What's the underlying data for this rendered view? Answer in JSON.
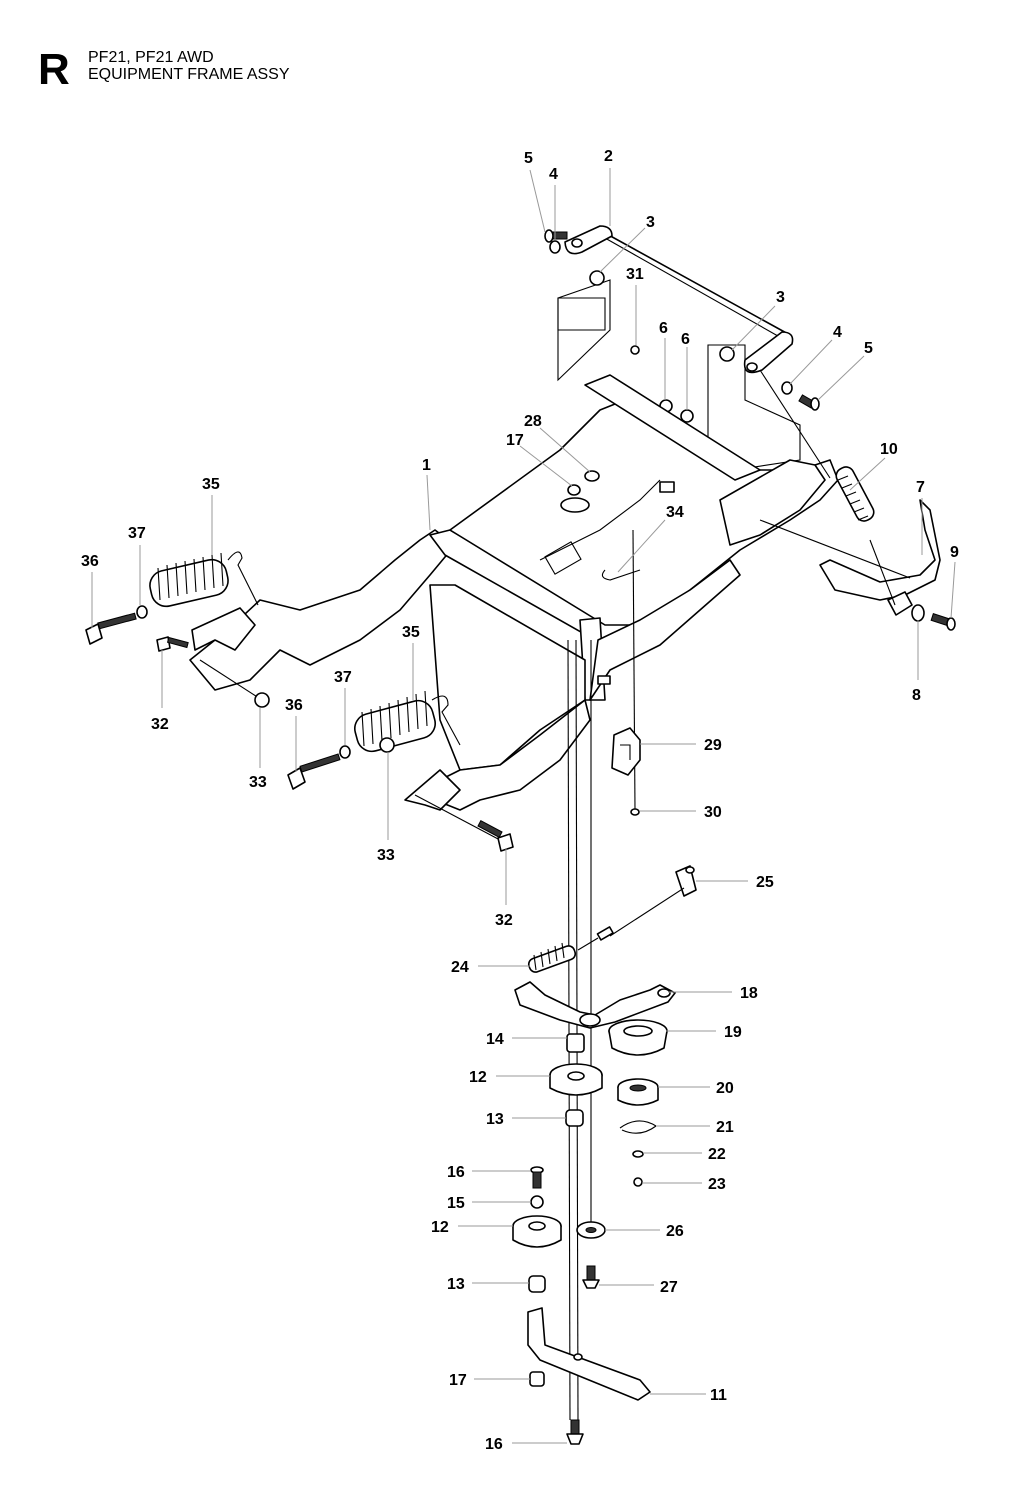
{
  "header": {
    "section_letter": "R",
    "model": "PF21, PF21 AWD",
    "title": "EQUIPMENT FRAME ASSY"
  },
  "callouts": [
    {
      "id": "c5a",
      "label": "5"
    },
    {
      "id": "c4a",
      "label": "4"
    },
    {
      "id": "c2",
      "label": "2"
    },
    {
      "id": "c3a",
      "label": "3"
    },
    {
      "id": "c31",
      "label": "31"
    },
    {
      "id": "c6a",
      "label": "6"
    },
    {
      "id": "c6b",
      "label": "6"
    },
    {
      "id": "c3b",
      "label": "3"
    },
    {
      "id": "c4b",
      "label": "4"
    },
    {
      "id": "c5b",
      "label": "5"
    },
    {
      "id": "c28",
      "label": "28"
    },
    {
      "id": "c17a",
      "label": "17"
    },
    {
      "id": "c10",
      "label": "10"
    },
    {
      "id": "c7",
      "label": "7"
    },
    {
      "id": "c9",
      "label": "9"
    },
    {
      "id": "c8",
      "label": "8"
    },
    {
      "id": "c1",
      "label": "1"
    },
    {
      "id": "c35a",
      "label": "35"
    },
    {
      "id": "c37a",
      "label": "37"
    },
    {
      "id": "c36a",
      "label": "36"
    },
    {
      "id": "c34",
      "label": "34"
    },
    {
      "id": "c32a",
      "label": "32"
    },
    {
      "id": "c33a",
      "label": "33"
    },
    {
      "id": "c35b",
      "label": "35"
    },
    {
      "id": "c37b",
      "label": "37"
    },
    {
      "id": "c36b",
      "label": "36"
    },
    {
      "id": "c33b",
      "label": "33"
    },
    {
      "id": "c32b",
      "label": "32"
    },
    {
      "id": "c29",
      "label": "29"
    },
    {
      "id": "c30",
      "label": "30"
    },
    {
      "id": "c25",
      "label": "25"
    },
    {
      "id": "c24",
      "label": "24"
    },
    {
      "id": "c18",
      "label": "18"
    },
    {
      "id": "c19",
      "label": "19"
    },
    {
      "id": "c14",
      "label": "14"
    },
    {
      "id": "c12a",
      "label": "12"
    },
    {
      "id": "c20",
      "label": "20"
    },
    {
      "id": "c13a",
      "label": "13"
    },
    {
      "id": "c21",
      "label": "21"
    },
    {
      "id": "c22",
      "label": "22"
    },
    {
      "id": "c23",
      "label": "23"
    },
    {
      "id": "c16a",
      "label": "16"
    },
    {
      "id": "c15",
      "label": "15"
    },
    {
      "id": "c12b",
      "label": "12"
    },
    {
      "id": "c26",
      "label": "26"
    },
    {
      "id": "c13b",
      "label": "13"
    },
    {
      "id": "c27",
      "label": "27"
    },
    {
      "id": "c17b",
      "label": "17"
    },
    {
      "id": "c11",
      "label": "11"
    },
    {
      "id": "c16b",
      "label": "16"
    }
  ]
}
